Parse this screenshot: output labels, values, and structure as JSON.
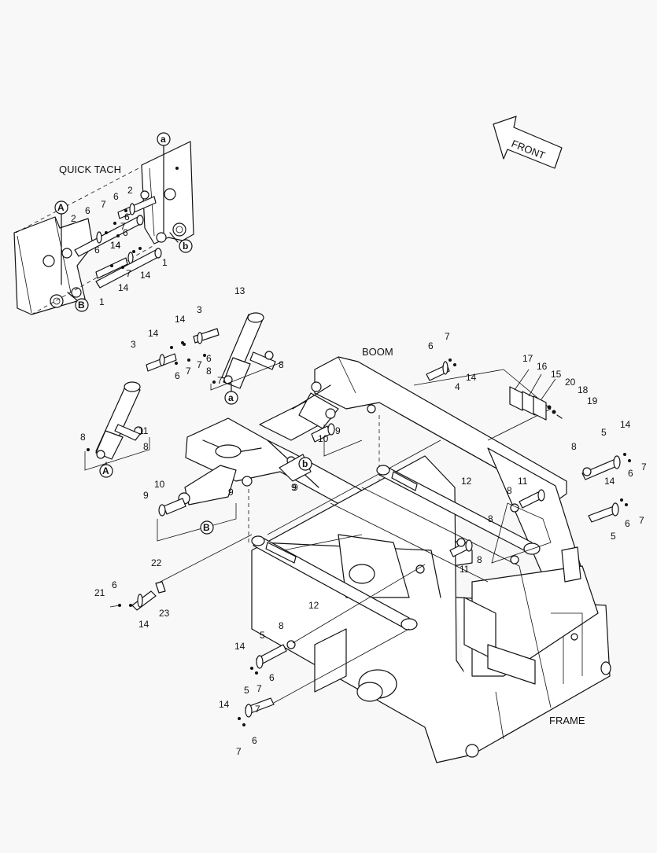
{
  "labels": {
    "quick_tach": "QUICK TACH",
    "boom": "BOOM",
    "frame": "FRAME",
    "front": "FRONT"
  },
  "callouts": [
    "A",
    "B",
    "a",
    "b"
  ],
  "part_numbers": [
    {
      "t": "2"
    },
    {
      "t": "6"
    },
    {
      "t": "7"
    },
    {
      "t": "6"
    },
    {
      "t": "2"
    },
    {
      "t": "6"
    },
    {
      "t": "14"
    },
    {
      "t": "6"
    },
    {
      "t": "7"
    },
    {
      "t": "14"
    },
    {
      "t": "1"
    },
    {
      "t": "14"
    },
    {
      "t": "1"
    },
    {
      "t": "6"
    },
    {
      "t": "7"
    },
    {
      "t": "14"
    },
    {
      "t": "13"
    },
    {
      "t": "3"
    },
    {
      "t": "14"
    },
    {
      "t": "14"
    },
    {
      "t": "3"
    },
    {
      "t": "6"
    },
    {
      "t": "7"
    },
    {
      "t": "6"
    },
    {
      "t": "7"
    },
    {
      "t": "8"
    },
    {
      "t": "7"
    },
    {
      "t": "8"
    },
    {
      "t": "8"
    },
    {
      "t": "11"
    },
    {
      "t": "8"
    },
    {
      "t": "7"
    },
    {
      "t": "6"
    },
    {
      "t": "4"
    },
    {
      "t": "14"
    },
    {
      "t": "17"
    },
    {
      "t": "16"
    },
    {
      "t": "15"
    },
    {
      "t": "20"
    },
    {
      "t": "18"
    },
    {
      "t": "19"
    },
    {
      "t": "10"
    },
    {
      "t": "9"
    },
    {
      "t": "9"
    },
    {
      "t": "10"
    },
    {
      "t": "9"
    },
    {
      "t": "9"
    },
    {
      "t": "5"
    },
    {
      "t": "14"
    },
    {
      "t": "8"
    },
    {
      "t": "7"
    },
    {
      "t": "6"
    },
    {
      "t": "12"
    },
    {
      "t": "11"
    },
    {
      "t": "8"
    },
    {
      "t": "9"
    },
    {
      "t": "14"
    },
    {
      "t": "6"
    },
    {
      "t": "7"
    },
    {
      "t": "5"
    },
    {
      "t": "8"
    },
    {
      "t": "8"
    },
    {
      "t": "11"
    },
    {
      "t": "12"
    },
    {
      "t": "22"
    },
    {
      "t": "6"
    },
    {
      "t": "21"
    },
    {
      "t": "23"
    },
    {
      "t": "14"
    },
    {
      "t": "5"
    },
    {
      "t": "8"
    },
    {
      "t": "14"
    },
    {
      "t": "6"
    },
    {
      "t": "7"
    },
    {
      "t": "5"
    },
    {
      "t": "7"
    },
    {
      "t": "14"
    },
    {
      "t": "6"
    },
    {
      "t": "7"
    }
  ]
}
